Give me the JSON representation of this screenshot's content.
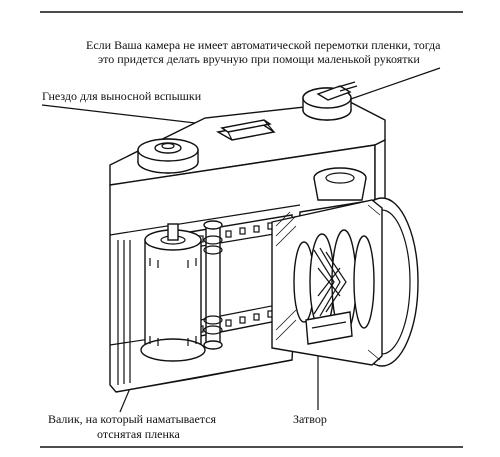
{
  "labels": {
    "rewind_note_line1": "Если Ваша камера не имеет автоматической перемотки пленки, тогда",
    "rewind_note_line2": "это придется делать вручную при помощи маленькой рукоятки",
    "flash_socket": "Гнездо для выносной вспышки",
    "takeup_spool_line1": "Валик, на который наматывается",
    "takeup_spool_line2": "отснятая пленка",
    "shutter": "Затвор"
  }
}
